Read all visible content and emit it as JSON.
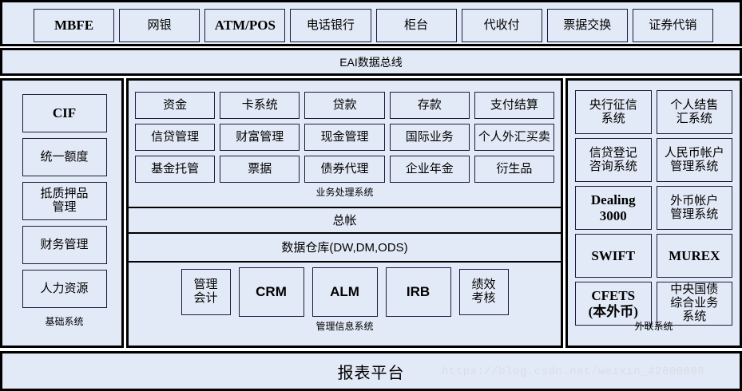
{
  "channels": {
    "items": [
      {
        "label": "MBFE",
        "style": "latin"
      },
      {
        "label": "网银",
        "style": "cjk"
      },
      {
        "label": "ATM/POS",
        "style": "latin"
      },
      {
        "label": "电话银行",
        "style": "cjk"
      },
      {
        "label": "柜台",
        "style": "cjk"
      },
      {
        "label": "代收付",
        "style": "cjk"
      },
      {
        "label": "票据交换",
        "style": "cjk"
      },
      {
        "label": "证券代销",
        "style": "cjk"
      }
    ]
  },
  "bus": {
    "label": "EAI数据总线"
  },
  "basic": {
    "section_label": "基础系统",
    "items": [
      {
        "label": "CIF",
        "style": "latin"
      },
      {
        "label": "统一额度",
        "style": "cjk"
      },
      {
        "label": "抵质押品\n管理",
        "style": "cjk"
      },
      {
        "label": "财务管理",
        "style": "cjk"
      },
      {
        "label": "人力资源",
        "style": "cjk"
      }
    ]
  },
  "business": {
    "section_label": "业务处理系统",
    "items": [
      "资金",
      "卡系统",
      "贷款",
      "存款",
      "支付结算",
      "信贷管理",
      "财富管理",
      "现金管理",
      "国际业务",
      "个人外汇买卖",
      "基金托管",
      "票据",
      "债券代理",
      "企业年金",
      "衍生品"
    ]
  },
  "ledger": {
    "label": "总帐"
  },
  "datawarehouse": {
    "label": "数据仓库(DW,DM,ODS)"
  },
  "mis": {
    "section_label": "管理信息系统",
    "items": [
      {
        "label": "管理\n会计",
        "style": "cjk",
        "size": "sm"
      },
      {
        "label": "CRM",
        "style": "latin-sans",
        "size": "lg"
      },
      {
        "label": "ALM",
        "style": "latin-sans",
        "size": "lg"
      },
      {
        "label": "IRB",
        "style": "latin-sans",
        "size": "lg"
      },
      {
        "label": "绩效\n考核",
        "style": "cjk",
        "size": "sm"
      }
    ]
  },
  "external": {
    "section_label": "外联系统",
    "items": [
      {
        "label": "央行征信\n系统",
        "style": "cjk"
      },
      {
        "label": "个人结售\n汇系统",
        "style": "cjk"
      },
      {
        "label": "信贷登记\n咨询系统",
        "style": "cjk"
      },
      {
        "label": "人民币帐户\n管理系统",
        "style": "cjk"
      },
      {
        "label": "Dealing\n3000",
        "style": "latin"
      },
      {
        "label": "外币帐户\n管理系统",
        "style": "cjk"
      },
      {
        "label": "SWIFT",
        "style": "latin"
      },
      {
        "label": "MUREX",
        "style": "latin"
      },
      {
        "label": "CFETS\n(本外币)",
        "style": "latin"
      },
      {
        "label": "中央国债\n综合业务\n系统",
        "style": "cjk"
      }
    ]
  },
  "report": {
    "label": "报表平台"
  },
  "watermark": {
    "text": "https://blog.csdn.net/weixin_42800008"
  },
  "colors": {
    "fill": "#e3eaf7",
    "frame": "#000000",
    "box_border": "#1b1b3a",
    "watermark": "#d9dee6"
  }
}
